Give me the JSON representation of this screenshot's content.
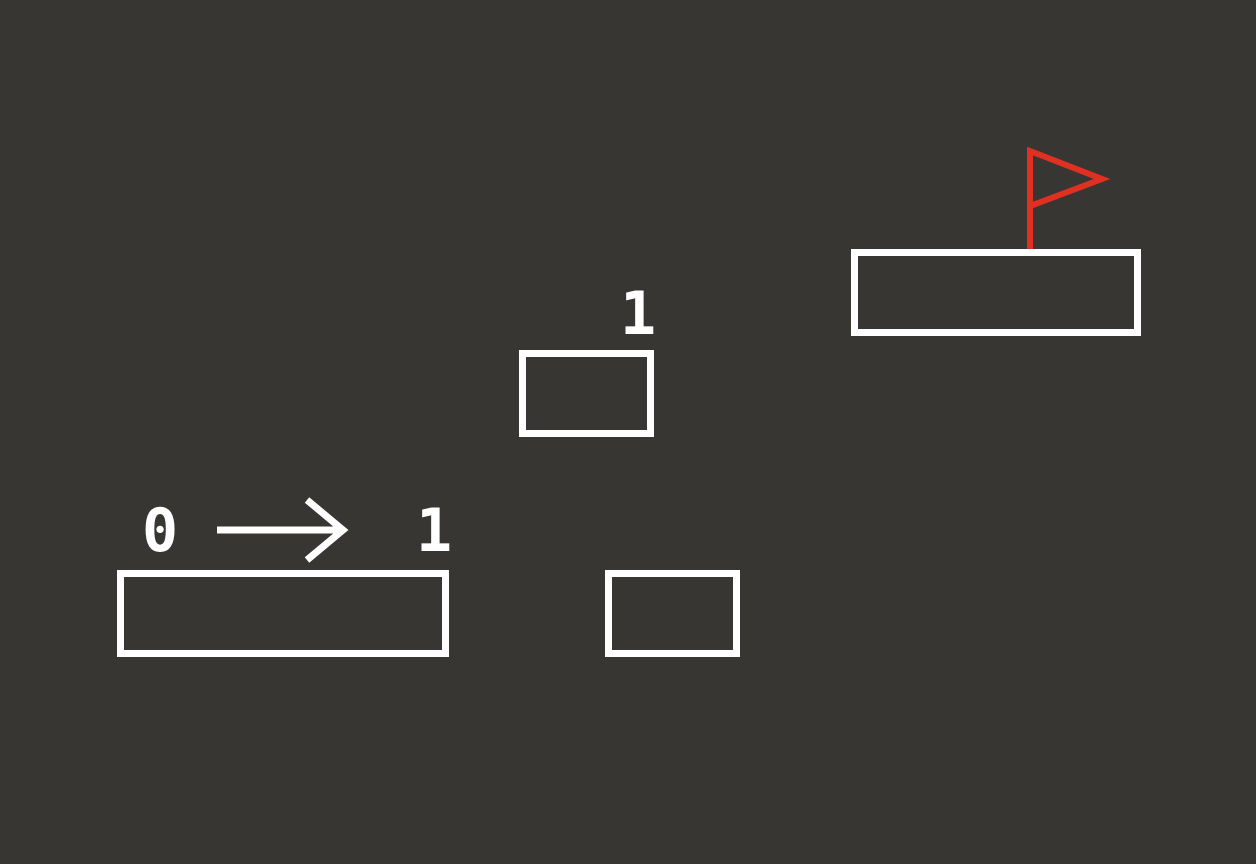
{
  "level": {
    "platforms": [
      {
        "id": "start-platform"
      },
      {
        "id": "floating-platform"
      },
      {
        "id": "low-platform"
      },
      {
        "id": "goal-platform"
      }
    ],
    "start_label_from": "0",
    "start_label_to": "1",
    "floating_label": "1"
  },
  "colors": {
    "background": "#383633",
    "outline": "#ffffff",
    "flag": "#e03022"
  },
  "icons": {
    "arrow": "right-arrow-icon",
    "flag": "goal-flag-icon"
  }
}
